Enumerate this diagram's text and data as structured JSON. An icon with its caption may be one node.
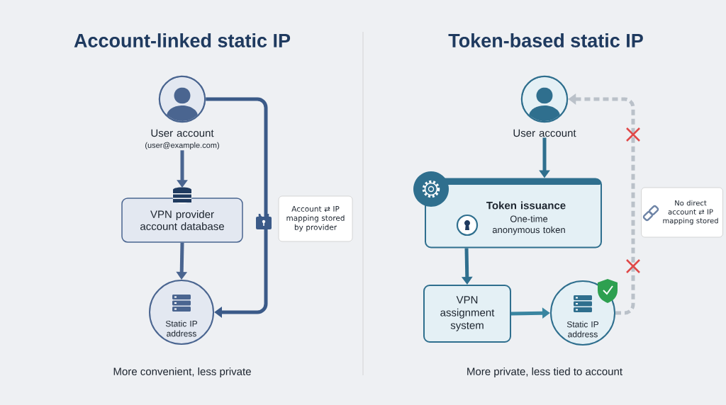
{
  "diagram": {
    "nodes": [
      {
        "text": [
          "User account",
          "(user@example.com)"
        ]
      },
      {
        "text": [
          "VPN provider account database"
        ]
      },
      {
        "text": [
          "Static IP address"
        ]
      },
      {
        "text": [
          "Account ⇄ IP mapping stored by provider"
        ]
      },
      {
        "text": [
          "User account"
        ]
      },
      {
        "text": [
          "Token issuance",
          "One-time anonymous token"
        ]
      },
      {
        "text": [
          "VPN assignment system"
        ]
      },
      {
        "text": [
          "Static IP address"
        ]
      },
      {
        "text": [
          "No direct account ⇄ IP mapping stored"
        ]
      }
    ],
    "edges": [
      {
        "from": 0,
        "to": 1,
        "arrow": "to",
        "color": "#4a6590"
      },
      {
        "from": 1,
        "to": 2,
        "arrow": "to",
        "color": "#4a6590"
      },
      {
        "from": 0,
        "to": 2,
        "arrow": "to",
        "color": "#3b5a88"
      },
      {
        "from": 4,
        "to": 5,
        "arrow": "to",
        "color": "#2f6f8e"
      },
      {
        "from": 5,
        "to": 6,
        "arrow": "to",
        "color": "#2f6f8e"
      },
      {
        "from": 6,
        "to": 7,
        "arrow": "to",
        "color": "#3a85a0"
      },
      {
        "from": 7,
        "to": 4,
        "arrow": "to",
        "style": "dashed",
        "color": "#bac1c9"
      }
    ],
    "labels": [
      "Account-linked static IP",
      "Token-based static IP",
      "More convenient, less private",
      "More private, less tied to account"
    ]
  }
}
